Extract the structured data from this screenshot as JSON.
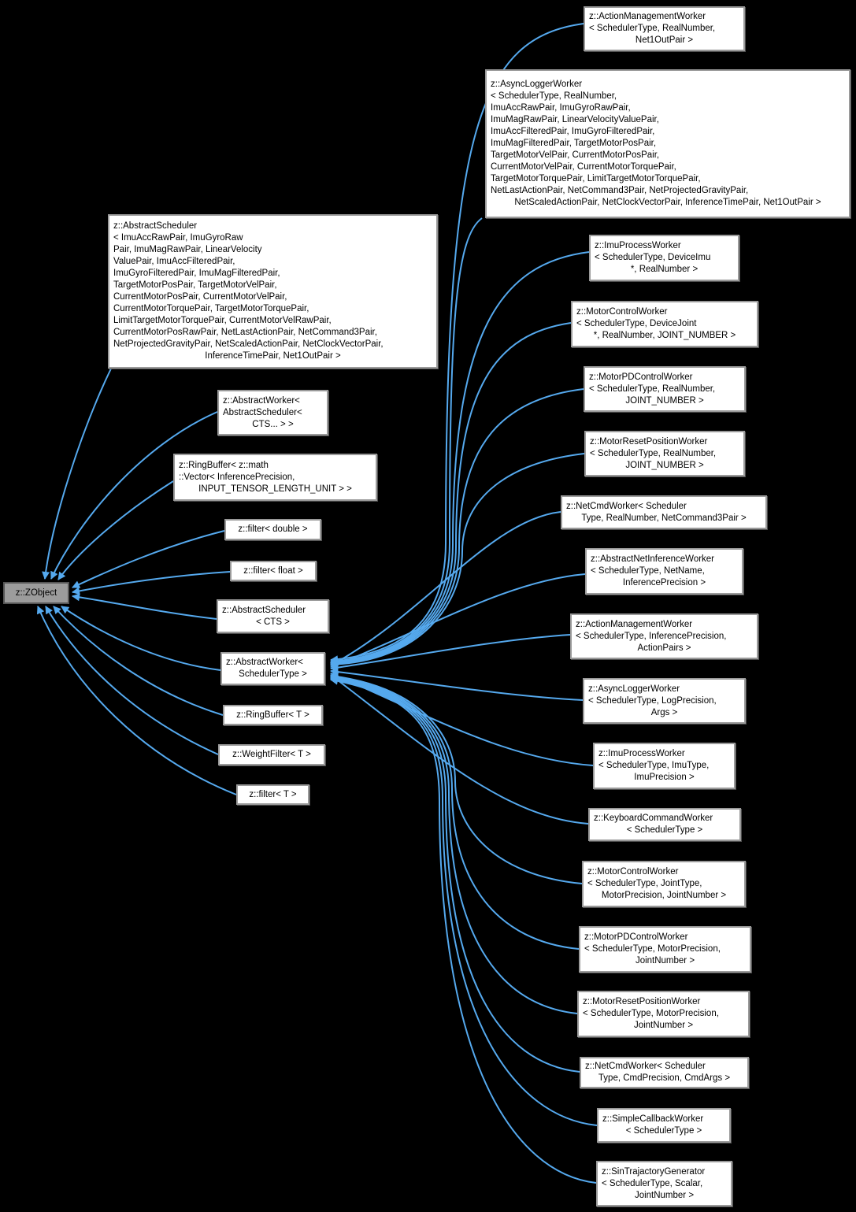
{
  "colors": {
    "background": "#000000",
    "edge": "#55a9ee",
    "node_fill": "#ffffff",
    "node_border": "#9a9a9a",
    "node_text": "#000000",
    "highlight_fill": "#9c9c9c",
    "highlight_border": "#565656"
  },
  "nodes": {
    "root": {
      "lines": [
        "z::ZObject"
      ]
    },
    "m1": {
      "lines": [
        "z::AbstractScheduler",
        "< ImuAccRawPair, ImuGyroRaw",
        "Pair, ImuMagRawPair, LinearVelocity",
        "ValuePair, ImuAccFilteredPair,",
        "ImuGyroFilteredPair, ImuMagFilteredPair,",
        "TargetMotorPosPair, TargetMotorVelPair,",
        "CurrentMotorPosPair, CurrentMotorVelPair,",
        "CurrentMotorTorquePair, TargetMotorTorquePair,",
        "LimitTargetMotorTorquePair, CurrentMotorVelRawPair,",
        "CurrentMotorPosRawPair, NetLastActionPair, NetCommand3Pair,",
        "NetProjectedGravityPair, NetScaledActionPair, NetClockVectorPair,",
        "InferenceTimePair, Net1OutPair >"
      ]
    },
    "m2": {
      "lines": [
        "z::AbstractWorker<",
        "AbstractScheduler<",
        "CTS... > >"
      ]
    },
    "m3": {
      "lines": [
        "z::RingBuffer< z::math",
        "::Vector< InferencePrecision,",
        "INPUT_TENSOR_LENGTH_UNIT > >"
      ]
    },
    "m4": {
      "lines": [
        "z::filter< double >"
      ]
    },
    "m5": {
      "lines": [
        "z::filter< float >"
      ]
    },
    "m6": {
      "lines": [
        "z::AbstractScheduler",
        "< CTS >"
      ]
    },
    "m7": {
      "lines": [
        "z::AbstractWorker<",
        "SchedulerType >"
      ]
    },
    "m8": {
      "lines": [
        "z::RingBuffer< T >"
      ]
    },
    "m9": {
      "lines": [
        "z::WeightFilter< T >"
      ]
    },
    "m10": {
      "lines": [
        "z::filter< T >"
      ]
    },
    "r1": {
      "lines": [
        "z::ActionManagementWorker",
        "< SchedulerType, RealNumber,",
        "Net1OutPair >"
      ]
    },
    "r2": {
      "lines": [
        "z::AsyncLoggerWorker",
        "< SchedulerType, RealNumber,",
        "ImuAccRawPair, ImuGyroRawPair,",
        "ImuMagRawPair, LinearVelocityValuePair,",
        "ImuAccFilteredPair, ImuGyroFilteredPair,",
        "ImuMagFilteredPair, TargetMotorPosPair,",
        "TargetMotorVelPair, CurrentMotorPosPair,",
        "CurrentMotorVelPair, CurrentMotorTorquePair,",
        "TargetMotorTorquePair, LimitTargetMotorTorquePair,",
        "NetLastActionPair, NetCommand3Pair, NetProjectedGravityPair,",
        "NetScaledActionPair, NetClockVectorPair, InferenceTimePair, Net1OutPair >"
      ]
    },
    "r3": {
      "lines": [
        "z::ImuProcessWorker",
        "< SchedulerType, DeviceImu",
        "*, RealNumber >"
      ]
    },
    "r4": {
      "lines": [
        "z::MotorControlWorker",
        "< SchedulerType, DeviceJoint",
        "*, RealNumber, JOINT_NUMBER >"
      ]
    },
    "r5": {
      "lines": [
        "z::MotorPDControlWorker",
        "< SchedulerType, RealNumber,",
        "JOINT_NUMBER >"
      ]
    },
    "r6": {
      "lines": [
        "z::MotorResetPositionWorker",
        "< SchedulerType, RealNumber,",
        "JOINT_NUMBER >"
      ]
    },
    "r7": {
      "lines": [
        "z::NetCmdWorker< Scheduler",
        "Type, RealNumber, NetCommand3Pair >"
      ]
    },
    "r8": {
      "lines": [
        "z::AbstractNetInferenceWorker",
        "< SchedulerType, NetName,",
        "InferencePrecision >"
      ]
    },
    "r9": {
      "lines": [
        "z::ActionManagementWorker",
        "< SchedulerType, InferencePrecision,",
        "ActionPairs >"
      ]
    },
    "r10": {
      "lines": [
        "z::AsyncLoggerWorker",
        "< SchedulerType, LogPrecision,",
        "Args >"
      ]
    },
    "r11": {
      "lines": [
        "z::ImuProcessWorker",
        "< SchedulerType, ImuType,",
        "ImuPrecision >"
      ]
    },
    "r12": {
      "lines": [
        "z::KeyboardCommandWorker",
        "< SchedulerType >"
      ]
    },
    "r13": {
      "lines": [
        "z::MotorControlWorker",
        "< SchedulerType, JointType,",
        "MotorPrecision, JointNumber >"
      ]
    },
    "r14": {
      "lines": [
        "z::MotorPDControlWorker",
        "< SchedulerType, MotorPrecision,",
        "JointNumber >"
      ]
    },
    "r15": {
      "lines": [
        "z::MotorResetPositionWorker",
        "< SchedulerType, MotorPrecision,",
        "JointNumber >"
      ]
    },
    "r16": {
      "lines": [
        "z::NetCmdWorker< Scheduler",
        "Type, CmdPrecision, CmdArgs >"
      ]
    },
    "r17": {
      "lines": [
        "z::SimpleCallbackWorker",
        "< SchedulerType >"
      ]
    },
    "r18": {
      "lines": [
        "z::SinTrajactoryGenerator",
        "< SchedulerType, Scalar,",
        "JointNumber >"
      ]
    }
  }
}
